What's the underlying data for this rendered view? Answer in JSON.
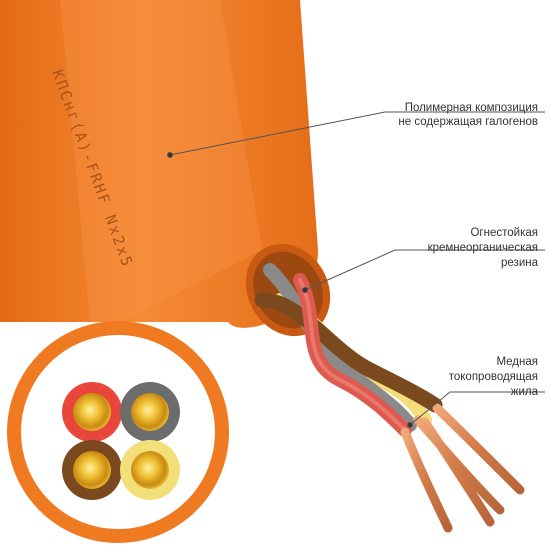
{
  "cable": {
    "marking": "КПСнг(А)-FRHF Nx2x5"
  },
  "callouts": [
    {
      "lines": [
        "Полимерная композиция",
        "не содержащая галогенов"
      ]
    },
    {
      "lines": [
        "Огнестойкая",
        "кремнеорганическая",
        "резина"
      ]
    },
    {
      "lines": [
        "Медная",
        "токопроводящая",
        "жила"
      ]
    }
  ],
  "colors": {
    "sheath": "#f07a22",
    "sheath_dark": "#c85a12",
    "core_red": "#e8463a",
    "core_gray": "#6c6c6c",
    "core_brown": "#7a4a1e",
    "core_yellow": "#f3df7a",
    "copper": "#d98a4e",
    "gold": "#e2a91c"
  }
}
